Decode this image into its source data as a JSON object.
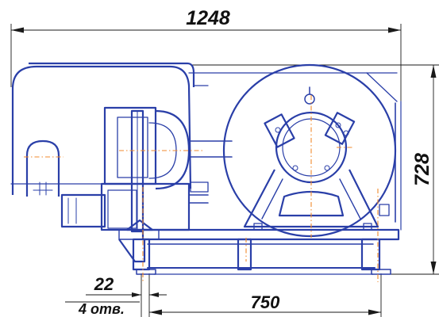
{
  "drawing": {
    "overall_width": "1248",
    "overall_height": "728",
    "bolt_hole": "22",
    "bolt_hole_note": "4 отв.",
    "bolt_spacing": "750"
  },
  "colors": {
    "outline": "#2a3fa8",
    "dimension": "#1a1a1a",
    "centerline": "#f08a2c"
  }
}
